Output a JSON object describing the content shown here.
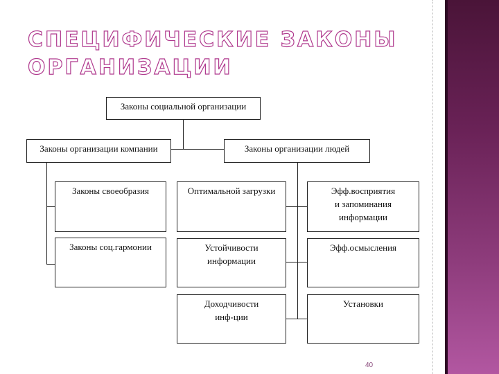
{
  "slide": {
    "title_line1": "СПЕЦИФИЧЕСКИЕ ЗАКОНЫ",
    "title_line2": "ОРГАНИЗАЦИИ",
    "page_number": "40"
  },
  "diagram": {
    "root": "Законы социальной организации",
    "company": "Законы организации компании",
    "people": "Законы организации людей",
    "company_items": [
      "Законы своеобразия",
      "Законы соц.гармонии"
    ],
    "middle_items": [
      "Оптимальной загрузки",
      "Устойчивости\nинформации",
      "Доходчивости\nинф-ции"
    ],
    "right_items": [
      "Эфф.восприятия\nи запоминания\nинформации",
      "Эфф.осмысления",
      "Установки"
    ]
  },
  "colors": {
    "panel_dark": "#4a1438",
    "panel_light": "#b257a1",
    "title_outline": "#b03a8e"
  }
}
